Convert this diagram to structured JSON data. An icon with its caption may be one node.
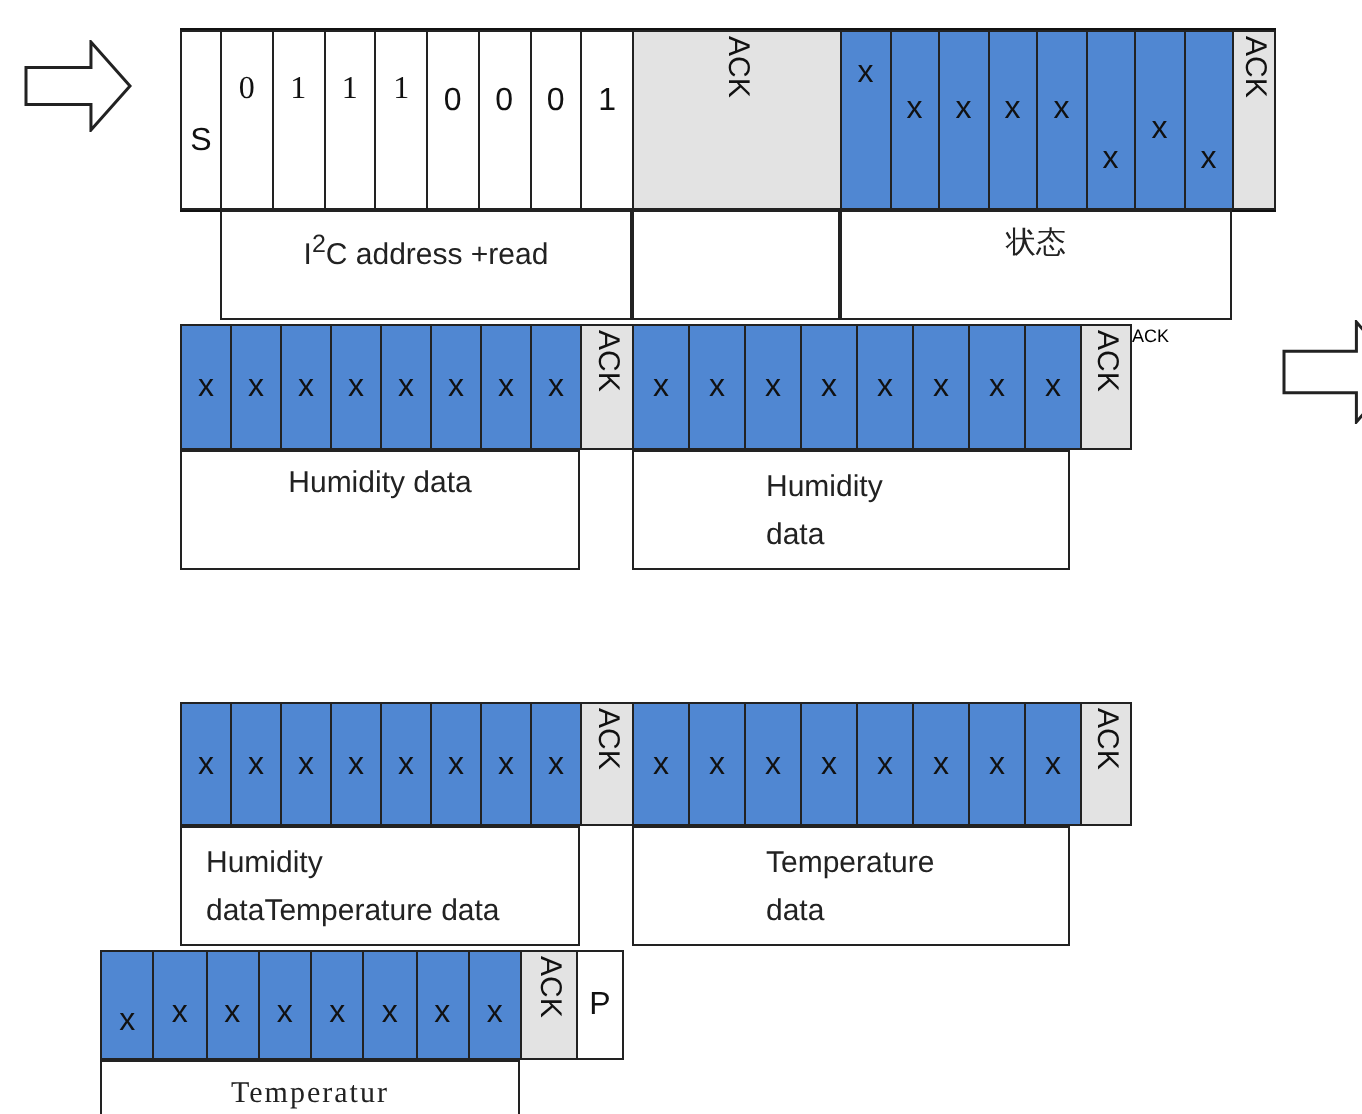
{
  "diagram": {
    "nodes": [
      {
        "text": [],
        "shape": "box"
      }
    ],
    "labels": [
      "S",
      "0",
      "1",
      "1",
      "1",
      "0",
      "0",
      "0",
      "1",
      "ACK",
      "x",
      "x",
      "x",
      "x",
      "x",
      "x",
      "x",
      "x",
      "ACK",
      "I$^{2}$C address +read",
      "状态",
      "x",
      "x",
      "x",
      "x",
      "x",
      "x",
      "x",
      "x",
      "ACK",
      "x",
      "x",
      "x",
      "x",
      "x",
      "x",
      "x",
      "x",
      "ACK",
      "ACK",
      "Humidity data",
      "Humidity data",
      "x",
      "x",
      "x",
      "x",
      "x",
      "x",
      "x",
      "x",
      "ACK",
      "x",
      "x",
      "x",
      "x",
      "x",
      "x",
      "x",
      "x",
      "ACK",
      "Humidity dataTemperature data",
      "Temperature data",
      "x",
      "x",
      "x",
      "x",
      "x",
      "x",
      "x",
      "x",
      "ACK",
      "P",
      "Temperatur"
    ]
  }
}
